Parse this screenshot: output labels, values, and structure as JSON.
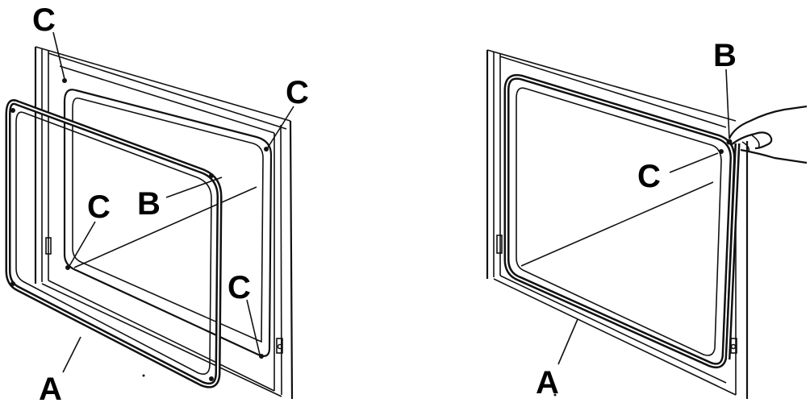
{
  "figure": {
    "left_panel": {
      "labels": {
        "a": "A",
        "b": "B",
        "c_top_left": "C",
        "c_top_right": "C",
        "c_mid_left": "C",
        "c_bottom_right": "C"
      }
    },
    "right_panel": {
      "labels": {
        "a": "A",
        "b": "B",
        "c": "C"
      }
    },
    "colors": {
      "line": "#111111",
      "background": "#ffffff"
    }
  }
}
